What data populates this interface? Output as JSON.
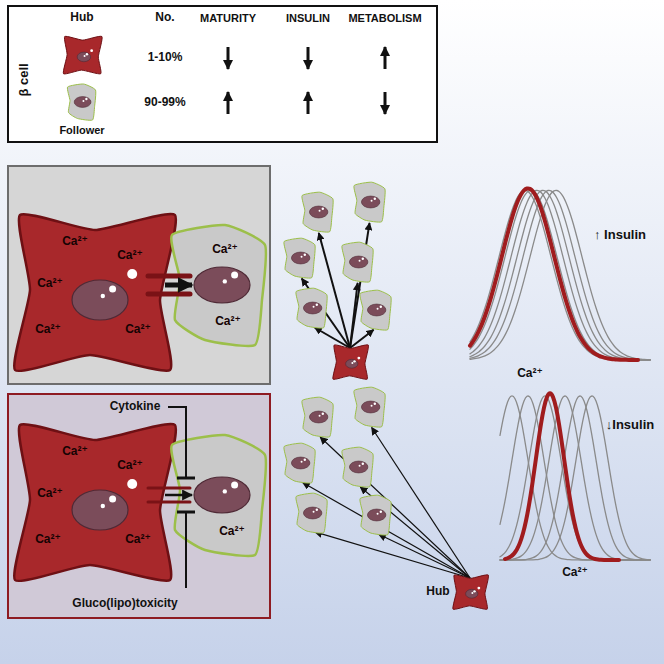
{
  "diagram": {
    "nodes": [
      {
        "text": [
          "Ca²⁺",
          "Ca²⁺",
          "Ca²⁺",
          "Ca²⁺",
          "Ca²⁺"
        ]
      },
      {
        "text": [
          "Ca²⁺",
          "Ca²⁺"
        ]
      },
      {
        "text": [
          "Ca²⁺",
          "Ca²⁺",
          "Ca²⁺",
          "Ca²⁺",
          "Ca²⁺"
        ]
      },
      {
        "text": [
          "Ca²⁺"
        ]
      }
    ],
    "edges": [
      {
        "from": 0,
        "to": 1,
        "arrow": "to"
      },
      {
        "from": 2,
        "to": 3,
        "arrow": "to"
      }
    ],
    "labels": [
      "Hub",
      "No.",
      "MATURITY",
      "INSULIN",
      "METABOLISM",
      "β cell",
      "1-10%",
      "Follower",
      "90-99%",
      "↑ Insulin",
      "Ca²⁺",
      "Cytokine",
      "Gluco(lipo)toxicity",
      "Hub",
      "↓Insulin",
      "Ca²⁺"
    ]
  }
}
